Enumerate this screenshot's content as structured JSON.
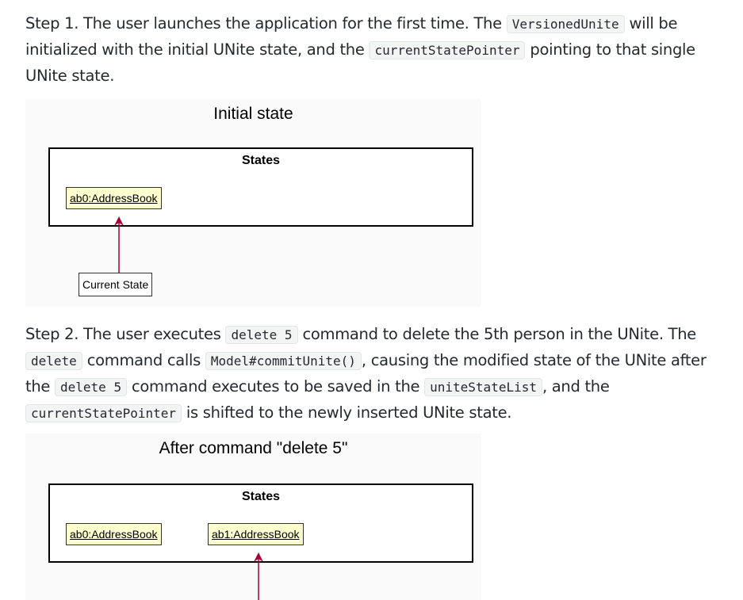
{
  "step1": {
    "t1": "Step 1. The user launches the application for the first time. The ",
    "c1": "VersionedUnite",
    "t2": " will be initialized with the initial UNite state, and the ",
    "c2": "currentStatePointer",
    "t3": " pointing to that single UNite state."
  },
  "diagram1": {
    "title": "Initial state",
    "frame_label": "States",
    "objects": [
      "ab0:AddressBook"
    ],
    "pointer_label": "Current State"
  },
  "step2": {
    "t1": "Step 2. The user executes ",
    "c1": "delete 5",
    "t2": " command to delete the 5th person in the UNite. The ",
    "c2": "delete",
    "t3": " command calls ",
    "c3": "Model#commitUnite()",
    "t4": ", causing the modified state of the UNite after the ",
    "c4": "delete 5",
    "t5": " command executes to be saved in the ",
    "c5": "uniteStateList",
    "t6": ", and the ",
    "c6": "currentStatePointer",
    "t7": " is shifted to the newly inserted UNite state."
  },
  "diagram2": {
    "title": "After command \"delete 5\"",
    "frame_label": "States",
    "objects": [
      "ab0:AddressBook",
      "ab1:AddressBook"
    ]
  },
  "colors": {
    "object_fill": "#fefece",
    "pointer_arrow": "#a80036"
  }
}
